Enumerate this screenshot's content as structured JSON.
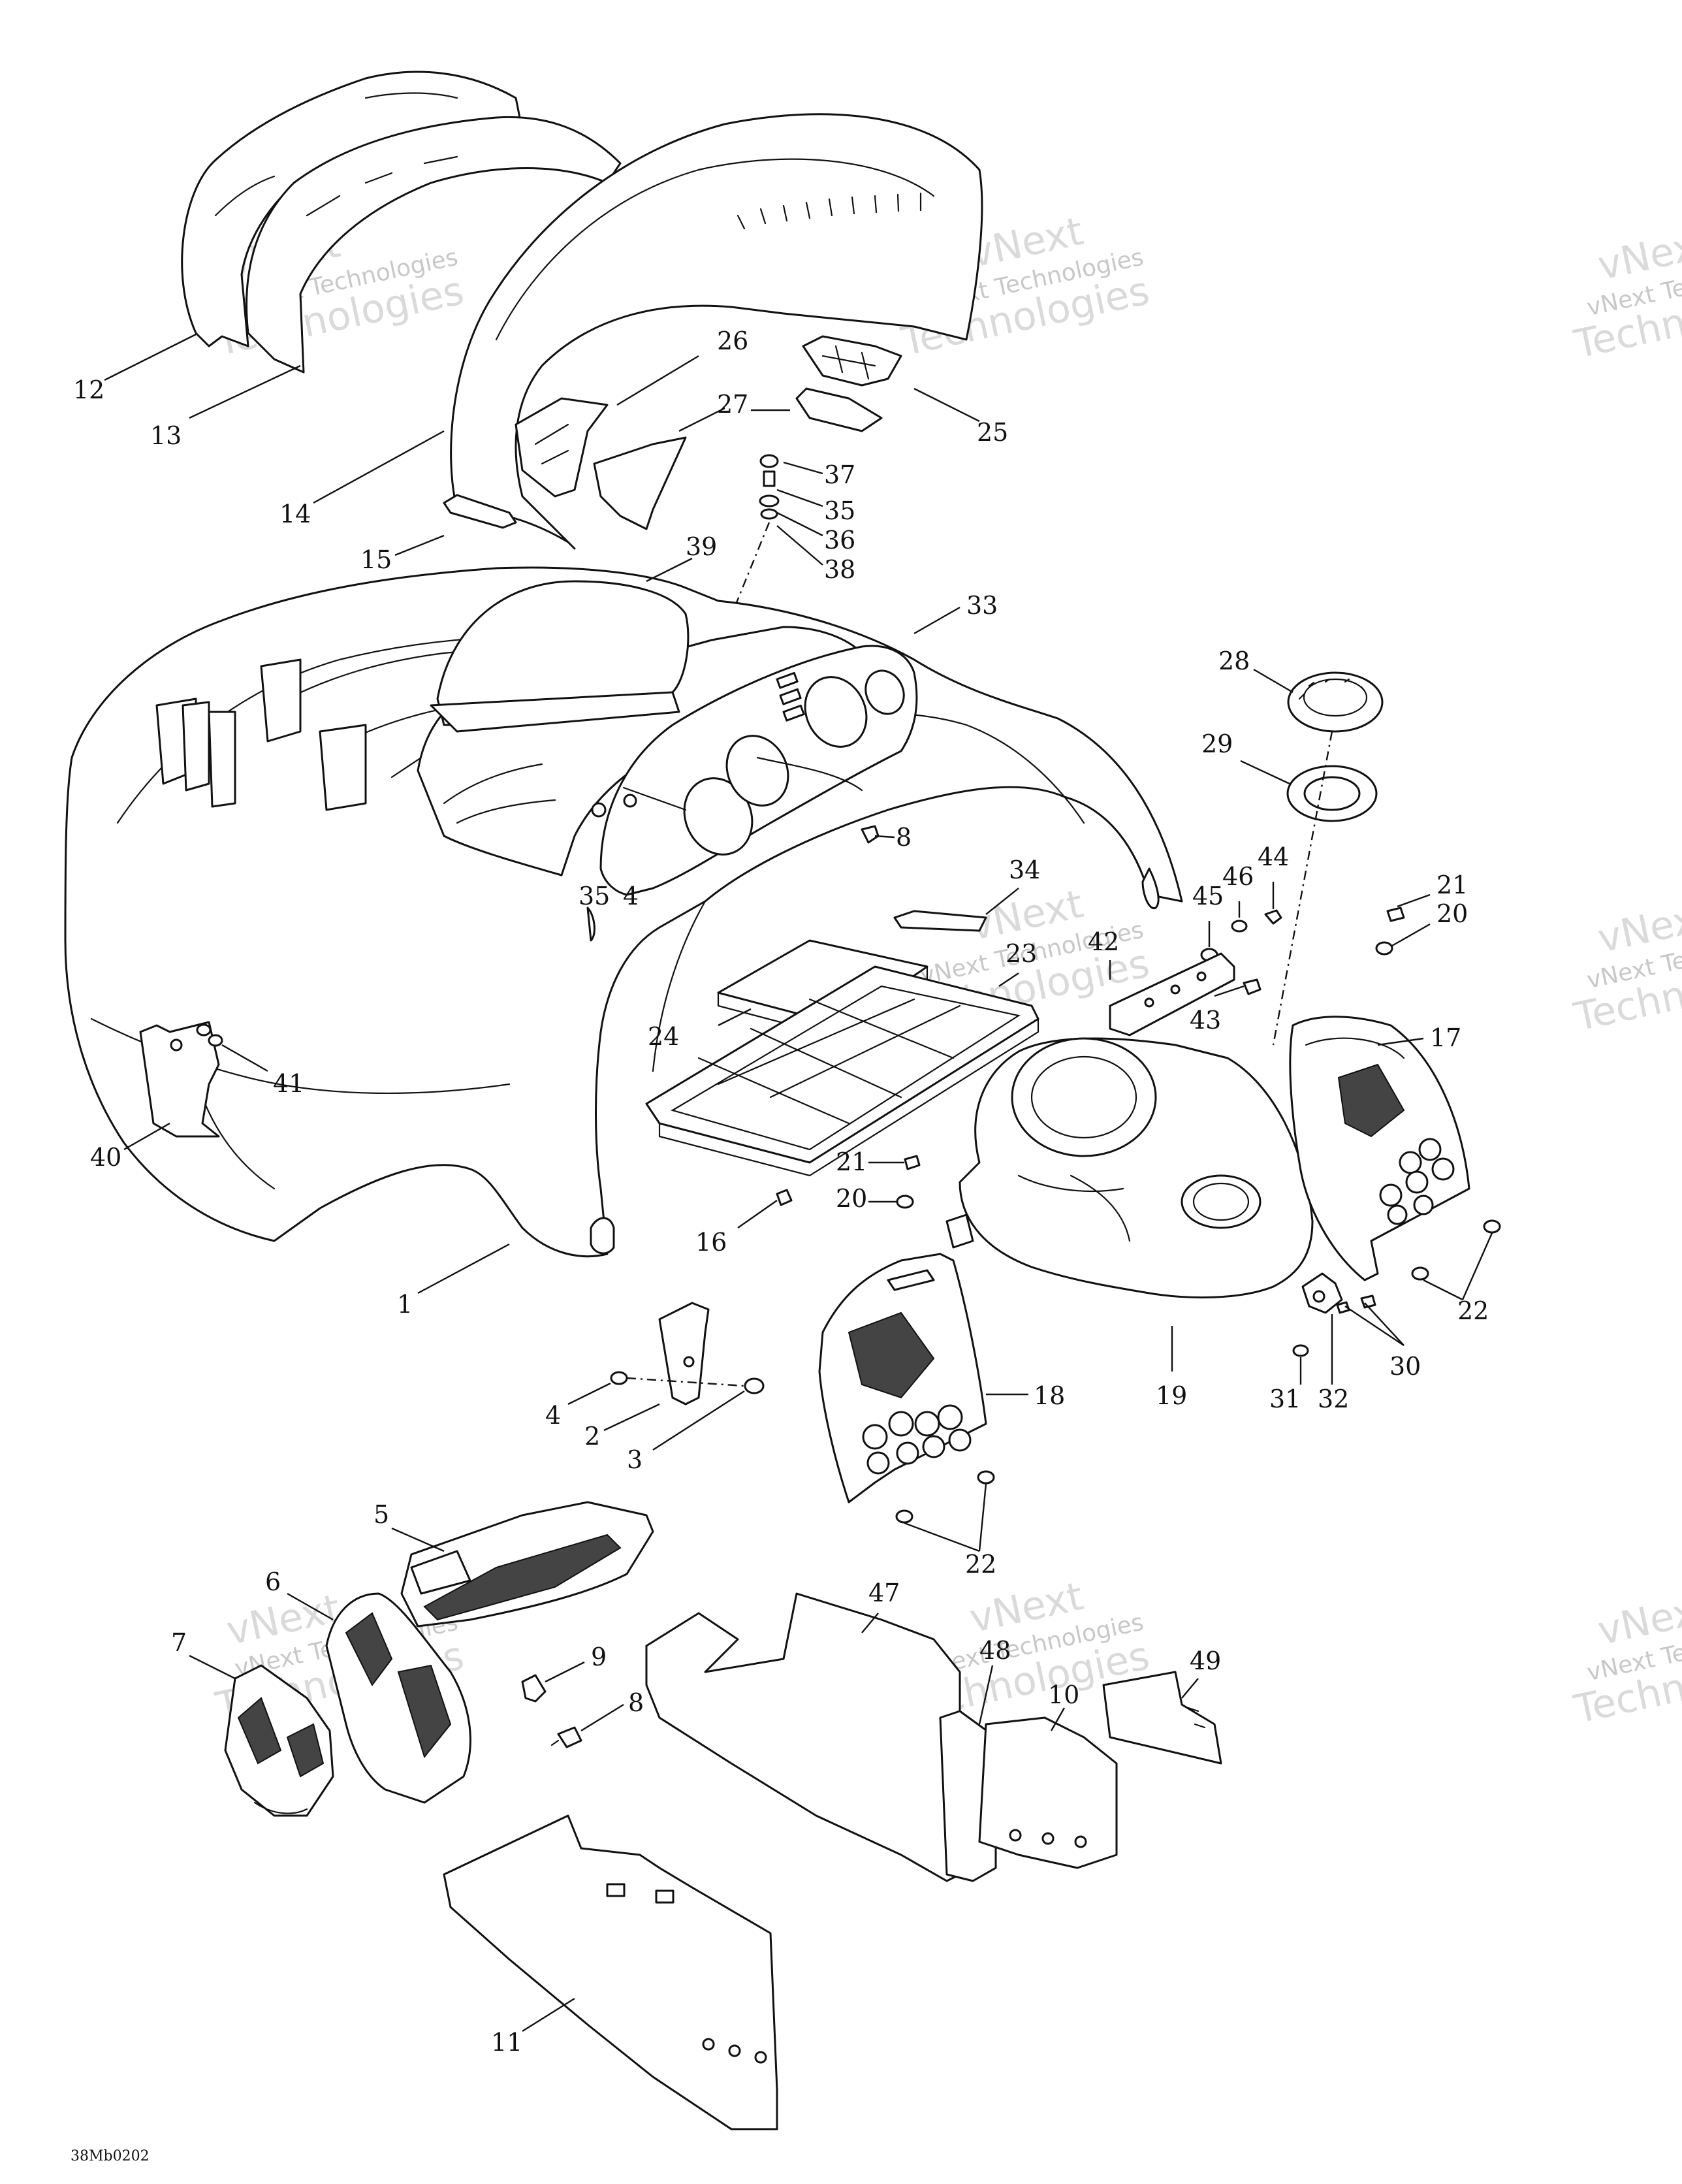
{
  "diagram": {
    "callouts": [
      {
        "id": "c12",
        "text": "12"
      },
      {
        "id": "c13",
        "text": "13"
      },
      {
        "id": "c14",
        "text": "14"
      },
      {
        "id": "c15",
        "text": "15"
      },
      {
        "id": "c26",
        "text": "26"
      },
      {
        "id": "c27",
        "text": "27"
      },
      {
        "id": "c25",
        "text": "25"
      },
      {
        "id": "c37",
        "text": "37"
      },
      {
        "id": "c35a",
        "text": "35"
      },
      {
        "id": "c36",
        "text": "36"
      },
      {
        "id": "c38",
        "text": "38"
      },
      {
        "id": "c39",
        "text": "39"
      },
      {
        "id": "c33",
        "text": "33"
      },
      {
        "id": "c28",
        "text": "28"
      },
      {
        "id": "c29",
        "text": "29"
      },
      {
        "id": "c8a",
        "text": "8"
      },
      {
        "id": "c35b",
        "text": "35"
      },
      {
        "id": "c4a",
        "text": "4"
      },
      {
        "id": "c34",
        "text": "34"
      },
      {
        "id": "c45",
        "text": "45"
      },
      {
        "id": "c46",
        "text": "46"
      },
      {
        "id": "c44",
        "text": "44"
      },
      {
        "id": "c21a",
        "text": "21"
      },
      {
        "id": "c20a",
        "text": "20"
      },
      {
        "id": "c42",
        "text": "42"
      },
      {
        "id": "c43",
        "text": "43"
      },
      {
        "id": "c23",
        "text": "23"
      },
      {
        "id": "c24",
        "text": "24"
      },
      {
        "id": "c17",
        "text": "17"
      },
      {
        "id": "c41",
        "text": "41"
      },
      {
        "id": "c40",
        "text": "40"
      },
      {
        "id": "c21b",
        "text": "21"
      },
      {
        "id": "c20b",
        "text": "20"
      },
      {
        "id": "c16",
        "text": "16"
      },
      {
        "id": "c1",
        "text": "1"
      },
      {
        "id": "c22a",
        "text": "22"
      },
      {
        "id": "c30",
        "text": "30"
      },
      {
        "id": "c31",
        "text": "31"
      },
      {
        "id": "c32",
        "text": "32"
      },
      {
        "id": "c19",
        "text": "19"
      },
      {
        "id": "c18",
        "text": "18"
      },
      {
        "id": "c4b",
        "text": "4"
      },
      {
        "id": "c2",
        "text": "2"
      },
      {
        "id": "c3",
        "text": "3"
      },
      {
        "id": "c22b",
        "text": "22"
      },
      {
        "id": "c5",
        "text": "5"
      },
      {
        "id": "c6",
        "text": "6"
      },
      {
        "id": "c7",
        "text": "7"
      },
      {
        "id": "c9",
        "text": "9"
      },
      {
        "id": "c8b",
        "text": "8"
      },
      {
        "id": "c47",
        "text": "47"
      },
      {
        "id": "c48",
        "text": "48"
      },
      {
        "id": "c10",
        "text": "10"
      },
      {
        "id": "c49",
        "text": "49"
      },
      {
        "id": "c11",
        "text": "11"
      }
    ],
    "figure_code": "38Mb0202",
    "watermark": {
      "line1": "vNext Technologies",
      "line2": "vNext",
      "line3": "Technologies"
    }
  }
}
